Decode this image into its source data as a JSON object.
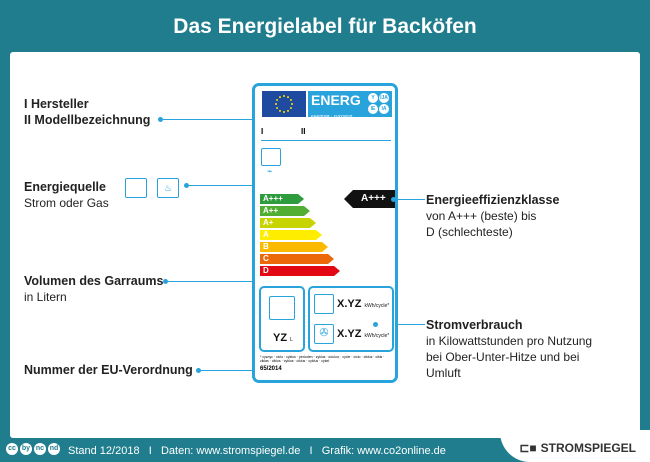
{
  "title": "Das Energielabel für Backöfen",
  "labels": {
    "manufacturer": "I  Hersteller",
    "model": "II Modellbezeichnung",
    "source_title": "Energiequelle",
    "source_sub": "Strom oder Gas",
    "volume_title": "Volumen des Garraums",
    "volume_sub": "in Litern",
    "regulation": "Nummer der EU-Verordnung",
    "class_title": "Energieeffizienzklasse",
    "class_sub1": "von A+++ (beste) bis",
    "class_sub2": "D (schlechteste)",
    "consumption_title": "Stromverbrauch",
    "consumption_sub1": "in Kilowattstunden pro Nutzung",
    "consumption_sub2": "bei Ober-Unter-Hitze und bei",
    "consumption_sub3": "Umluft"
  },
  "energy_label": {
    "energ": "ENERG",
    "energ_sub": "енергия · ενεργεια",
    "suffixes": [
      "Y",
      "IJA",
      "IE",
      "IA"
    ],
    "roman1": "I",
    "roman2": "II",
    "classes": [
      {
        "label": "A+++",
        "color": "#2e9b3c"
      },
      {
        "label": "A++",
        "color": "#52ae32"
      },
      {
        "label": "A+",
        "color": "#c8d400"
      },
      {
        "label": "A",
        "color": "#ffed00"
      },
      {
        "label": "B",
        "color": "#fbba00"
      },
      {
        "label": "C",
        "color": "#eb6909"
      },
      {
        "label": "D",
        "color": "#e30613"
      }
    ],
    "rating": "A+++",
    "volume": "YZ",
    "volume_unit": "L",
    "consumption1": "X.YZ",
    "consumption2": "X.YZ",
    "consumption_unit": "kWh/cycle*",
    "footnote": "* cyклус · ciclo · cyklus · perioden · zyklus · κύκλος · cycle · ciclo · ciklus · cikls · ciklas · ciklus · cyklus · ciklus · cyklus · cykel",
    "regulation": "65/2014"
  },
  "footer": {
    "cc_icons": [
      "cc",
      "by",
      "nc",
      "nd"
    ],
    "text": "Stand 12/2018   I   Daten: www.stromspiegel.de   I   Grafik: www.co2online.de",
    "brand": "STROMSPIEGEL"
  },
  "colors": {
    "teal": "#1f7d8d",
    "label_blue": "#29a3dc"
  }
}
